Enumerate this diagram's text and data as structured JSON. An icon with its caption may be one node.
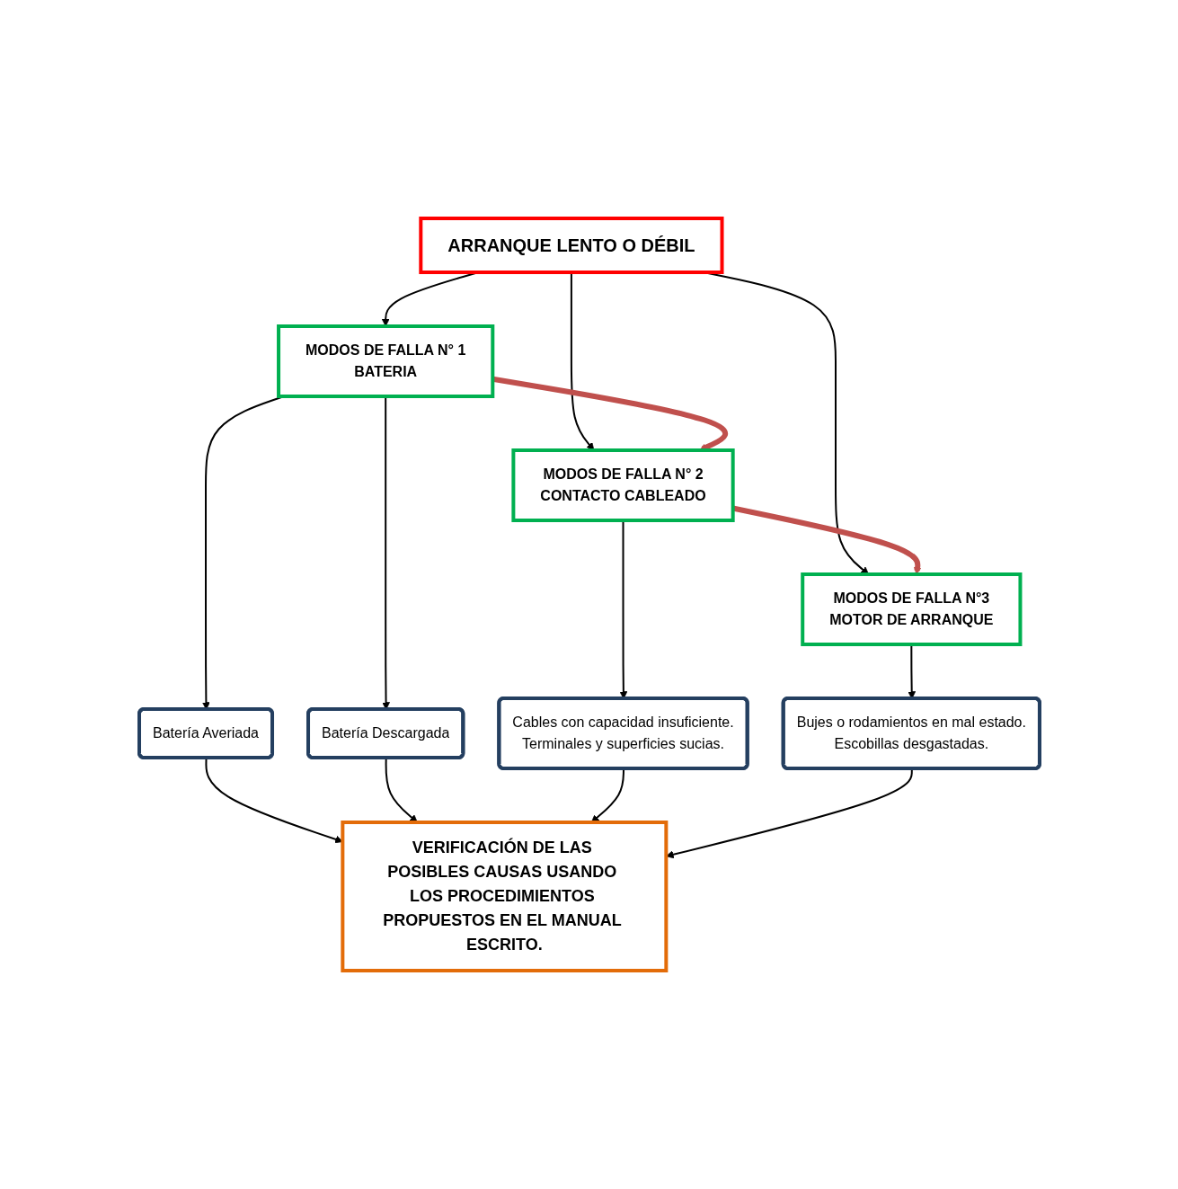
{
  "diagram": {
    "nodes": [
      {
        "text": [
          "ARRANQUE LENTO O DÉBIL"
        ]
      },
      {
        "text": [
          "MODOS DE FALLA N° 1",
          "BATERIA"
        ]
      },
      {
        "text": [
          "MODOS DE FALLA N° 2",
          "CONTACTO CABLEADO"
        ]
      },
      {
        "text": [
          "MODOS DE FALLA N°3",
          "MOTOR DE ARRANQUE"
        ]
      },
      {
        "text": [
          "Batería Averiada"
        ]
      },
      {
        "text": [
          "Batería Descargada"
        ]
      },
      {
        "text": [
          "Cables con capacidad insuficiente.",
          "Terminales y superficies sucias."
        ]
      },
      {
        "text": [
          "Bujes o rodamientos en mal estado.",
          "Escobillas desgastadas."
        ]
      },
      {
        "text": [
          "VERIFICACIÓN DE LAS POSIBLES CAUSAS USANDO LOS PROCEDIMIENTOS PROPUESTOS EN EL MANUAL ESCRITO."
        ]
      }
    ],
    "edges": [
      {
        "from": 0,
        "to": 1,
        "arrow": "to"
      },
      {
        "from": 0,
        "to": 2,
        "arrow": "to"
      },
      {
        "from": 0,
        "to": 3,
        "arrow": "to"
      },
      {
        "from": 1,
        "to": 2,
        "arrow": "to",
        "style": "thick",
        "color": "#c0504d"
      },
      {
        "from": 2,
        "to": 3,
        "arrow": "to",
        "style": "thick",
        "color": "#c0504d"
      },
      {
        "from": 1,
        "to": 4,
        "arrow": "to"
      },
      {
        "from": 1,
        "to": 5,
        "arrow": "to"
      },
      {
        "from": 2,
        "to": 6,
        "arrow": "to"
      },
      {
        "from": 3,
        "to": 7,
        "arrow": "to"
      },
      {
        "from": 4,
        "to": 8,
        "arrow": "to"
      },
      {
        "from": 5,
        "to": 8,
        "arrow": "to"
      },
      {
        "from": 6,
        "to": 8,
        "arrow": "to"
      },
      {
        "from": 7,
        "to": 8,
        "arrow": "to"
      }
    ]
  }
}
